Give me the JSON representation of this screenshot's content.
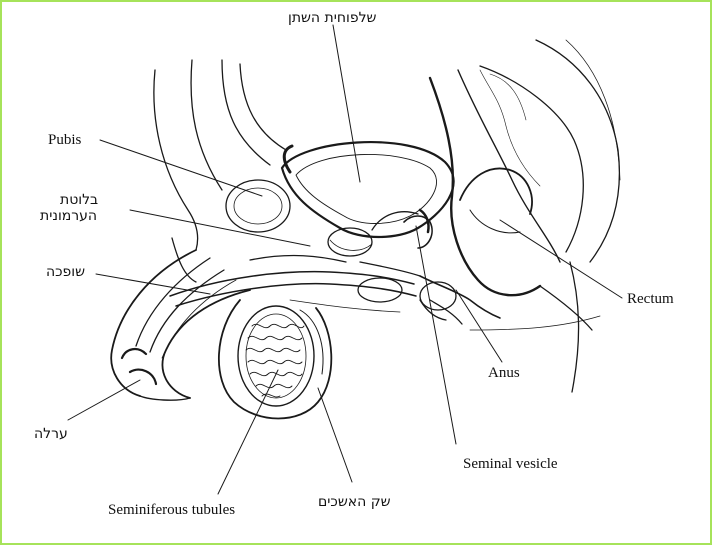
{
  "colors": {
    "border": "#a6e35a",
    "ink": "#111111",
    "background": "#ffffff"
  },
  "labels": {
    "bladder": "שלפוחית השתן",
    "pubis": "Pubis",
    "prostate_line1": "בלוטת",
    "prostate_line2": "הערמונית",
    "urethra": "שופכה",
    "foreskin": "ערלה",
    "seminiferous": "Seminiferous tubules",
    "scrotum": "שק האשכים",
    "seminal_vesicle": "Seminal vesicle",
    "anus": "Anus",
    "rectum": "Rectum"
  }
}
